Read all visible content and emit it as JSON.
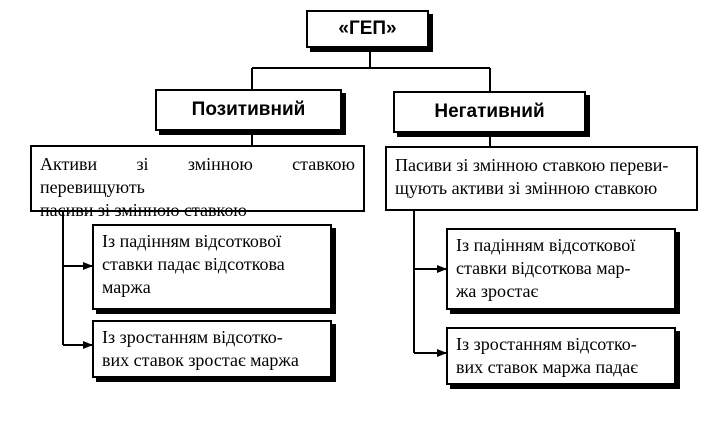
{
  "root": {
    "label": "«ГЕП»"
  },
  "positive": {
    "label": "Позитивний",
    "condition": [
      "Активи зі змінною ставкою перевищують",
      "пасиви зі змінною ставкою"
    ],
    "outcomes": [
      [
        "Із падінням відсоткової",
        "ставки падає відсоткова",
        "маржа"
      ],
      [
        "Із зростанням відсотко-",
        "вих ставок зростає маржа"
      ]
    ]
  },
  "negative": {
    "label": "Негативний",
    "condition": [
      "Пасиви зі змінною ставкою переви-",
      "щують активи зі змінною ставкою"
    ],
    "outcomes": [
      [
        "Із падінням відсоткової",
        "ставки відсоткова мар-",
        "жа зростає"
      ],
      [
        "Із зростанням відсотко-",
        "вих ставок маржа падає"
      ]
    ]
  }
}
